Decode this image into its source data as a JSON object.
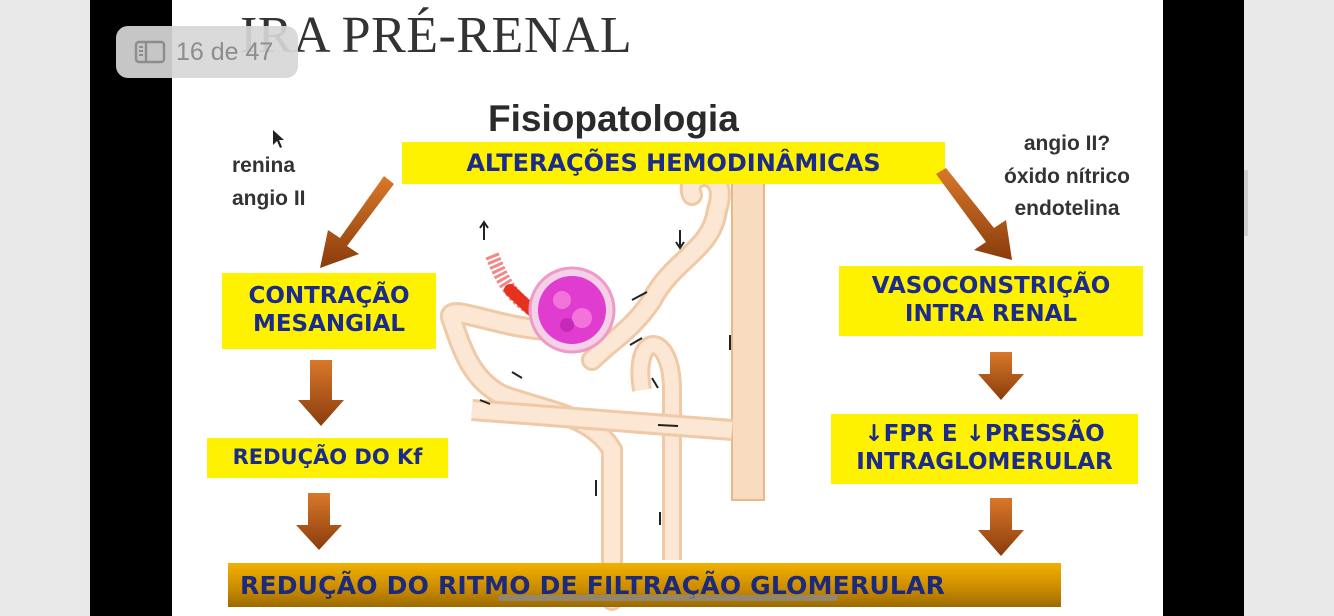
{
  "viewer": {
    "page_indicator": "16 de 47",
    "sidebar_icon": "sidebar-toggle-icon"
  },
  "slide": {
    "title": "IRA PRÉ-RENAL",
    "subtitle": "Fisiopatologia",
    "top_box": "ALTERAÇÕES HEMODINÂMICAS",
    "left_note": "renina\nangio II",
    "right_note": "angio II?\nóxido nítrico\nendotelina",
    "left_box_1": "CONTRAÇÃO\nMESANGIAL",
    "left_box_2": "REDUÇÃO DO Kf",
    "right_box_1": "VASOCONSTRIÇÃO\nINTRA RENAL",
    "right_box_2": "↓FPR  E ↓PRESSÃO\nINTRAGLOMERULAR",
    "final_box": "REDUÇÃO DO RITMO DE FILTRAÇÃO GLOMERULAR"
  },
  "colors": {
    "highlight_box": "#fff200",
    "box_text": "#1a2b8c",
    "arrow": "#c2601a",
    "glomerulus": "#e03ccf",
    "tubule": "#f7dcc0"
  }
}
